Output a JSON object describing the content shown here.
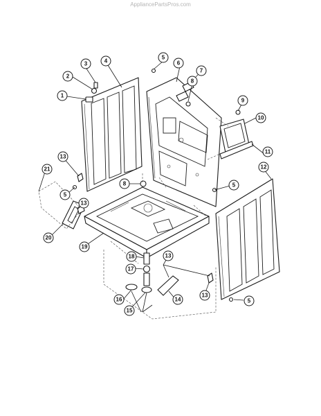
{
  "watermark": "AppliancePartsPros.com",
  "callouts": {
    "c1": "1",
    "c2": "2",
    "c3": "3",
    "c4": "4",
    "c5a": "5",
    "c5b": "5",
    "c5c": "5",
    "c5d": "5",
    "c6": "6",
    "c7": "7",
    "c8a": "8",
    "c8b": "8",
    "c9": "9",
    "c10": "10",
    "c11": "11",
    "c12": "12",
    "c13a": "13",
    "c13b": "13",
    "c13c": "13",
    "c13d": "13",
    "c14": "14",
    "c15": "15",
    "c16": "16",
    "c17": "17",
    "c18": "18",
    "c19": "19",
    "c20": "20",
    "c21": "21"
  }
}
